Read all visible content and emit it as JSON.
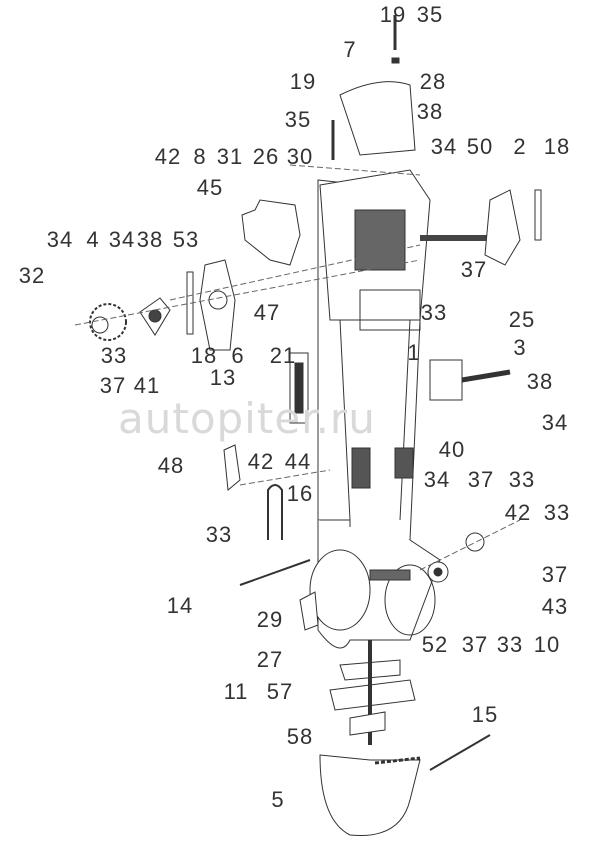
{
  "watermark": "autopiter.ru",
  "labels": [
    "19",
    "35",
    "7",
    "28",
    "19",
    "38",
    "35",
    "42",
    "8",
    "31",
    "26",
    "30",
    "34",
    "50",
    "2",
    "18",
    "45",
    "34",
    "4",
    "34",
    "38",
    "53",
    "32",
    "37",
    "47",
    "33",
    "33",
    "18",
    "6",
    "21",
    "1",
    "25",
    "3",
    "37",
    "41",
    "38",
    "34",
    "13",
    "42",
    "44",
    "48",
    "40",
    "16",
    "34",
    "37",
    "33",
    "42",
    "33",
    "33",
    "14",
    "37",
    "29",
    "43",
    "52",
    "37",
    "33",
    "10",
    "27",
    "11",
    "57",
    "58",
    "15",
    "5"
  ]
}
